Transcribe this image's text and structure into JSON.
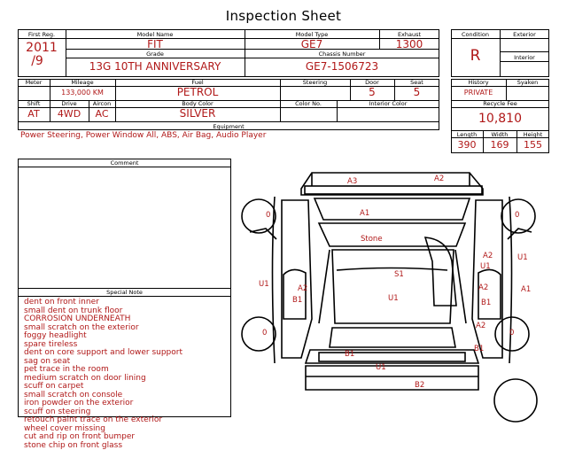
{
  "title": "Inspection Sheet",
  "info": {
    "first_reg_label": "First Reg.",
    "first_reg_year": "2011",
    "first_reg_month": "/9",
    "model_name_label": "Model Name",
    "model_name": "FIT",
    "model_type_label": "Model Type",
    "model_type": "GE7",
    "exhaust_label": "Exhaust",
    "exhaust": "1300",
    "grade_label": "Grade",
    "grade": "13G 10TH ANNIVERSARY",
    "chassis_label": "Chassis Number",
    "chassis": "GE7-1506723",
    "condition_label": "Condition",
    "condition": "R",
    "exterior_label": "Exterior",
    "interior_label": "Interior",
    "meter_label": "Meter",
    "mileage_label": "Mileage",
    "mileage": "133,000 KM",
    "fuel_label": "Fuel",
    "fuel": "PETROL",
    "steering_label": "Steering",
    "door_label": "Door",
    "door": "5",
    "seat_label": "Seat",
    "seat": "5",
    "history_label": "History",
    "history": "PRIVATE",
    "syaken_label": "Syaken",
    "shift_label": "Shift",
    "shift": "AT",
    "drive_label": "Drive",
    "drive": "4WD",
    "aircon_label": "Aircon",
    "aircon": "AC",
    "body_color_label": "Body Color",
    "body_color": "SILVER",
    "color_no_label": "Color No.",
    "interior_color_label": "Interior Color",
    "recycle_fee_label": "Recycle Fee",
    "recycle_fee": "10,810",
    "equipment_label": "Equipment",
    "equipment": "Power Steering, Power Window  All, ABS, Air Bag, Audio Player",
    "length_label": "Length",
    "length": "390",
    "width_label": "Width",
    "width": "169",
    "height_label": "Height",
    "height": "155"
  },
  "comment_label": "Comment",
  "special_note_label": "Special Note",
  "special_notes": [
    "dent on front inner",
    "small dent on trunk floor",
    "CORROSION UNDERNEATH",
    "small scratch on the exterior",
    "foggy headlight",
    "spare tireless",
    "dent on core support and lower support",
    "sag on seat",
    "pet trace in the room",
    "medium scratch on door lining",
    "scuff on carpet",
    "small scratch on console",
    "iron powder on the exterior",
    "scuff on steering",
    "retouch paint trace on the exterior",
    "wheel cover missing",
    "cut and rip on front bumper",
    "stone chip on front glass"
  ],
  "diagram_marks": {
    "a3": "A3",
    "a2_top": "A2",
    "a1": "A1",
    "wheel_fl": "0",
    "wheel_fr": "0",
    "stone": "Stone",
    "a2_right_upper": "A2",
    "u1_right_a": "U1",
    "u1_right_b": "U1",
    "s1": "S1",
    "u1_left": "U1",
    "a2_left": "A2",
    "b1_left": "B1",
    "u1_center": "U1",
    "a2_right_mid": "A2",
    "a1_right": "A1",
    "b1_right": "B1",
    "a2_right_low": "A2",
    "wheel_rl": "0",
    "wheel_rr": "0",
    "b1_rear_left": "B1",
    "b1_rear_right": "B1",
    "u1_rear": "U1",
    "b2": "B2"
  }
}
